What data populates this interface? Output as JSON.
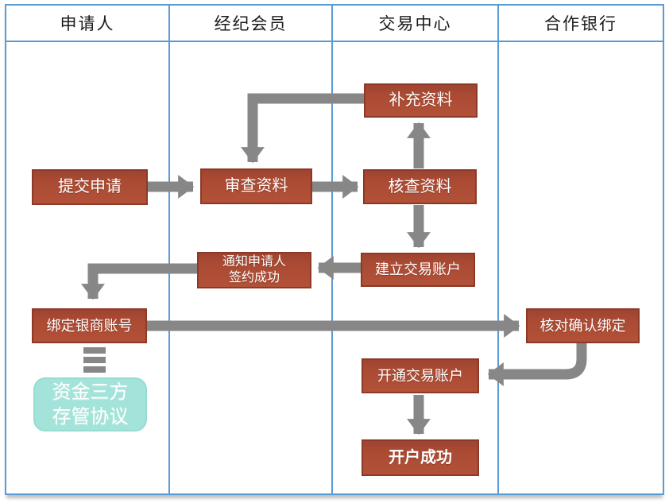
{
  "diagram_type": "swimlane-flowchart",
  "lanes": [
    {
      "label": "申请人"
    },
    {
      "label": "经纪会员"
    },
    {
      "label": "交易中心"
    },
    {
      "label": "合作银行"
    }
  ],
  "nodes": {
    "submit": {
      "label": "提交申请",
      "lane": "申请人"
    },
    "review": {
      "label": "审查资料",
      "lane": "经纪会员"
    },
    "supplement": {
      "label": "补充资料",
      "lane": "交易中心"
    },
    "verify": {
      "label": "核查资料",
      "lane": "交易中心"
    },
    "create_account": {
      "label": "建立交易账户",
      "lane": "交易中心"
    },
    "notify_success": {
      "label": "通知申请人\n签约成功",
      "lane": "经纪会员"
    },
    "bind_account": {
      "label": "绑定银商账号",
      "lane": "申请人"
    },
    "confirm_bind": {
      "label": "核对确认绑定",
      "lane": "合作银行"
    },
    "open_account": {
      "label": "开通交易账户",
      "lane": "交易中心"
    },
    "account_success": {
      "label": "开户成功",
      "lane": "交易中心"
    },
    "agreement": {
      "label": "资金三方\n存管协议",
      "lane": "申请人"
    }
  },
  "edges": [
    {
      "from": "submit",
      "to": "review",
      "style": "solid"
    },
    {
      "from": "review",
      "to": "verify",
      "style": "solid"
    },
    {
      "from": "verify",
      "to": "supplement",
      "style": "solid"
    },
    {
      "from": "supplement",
      "to": "review",
      "style": "solid"
    },
    {
      "from": "verify",
      "to": "create_account",
      "style": "solid"
    },
    {
      "from": "create_account",
      "to": "notify_success",
      "style": "solid"
    },
    {
      "from": "notify_success",
      "to": "bind_account",
      "style": "solid"
    },
    {
      "from": "bind_account",
      "to": "confirm_bind",
      "style": "solid"
    },
    {
      "from": "confirm_bind",
      "to": "open_account",
      "style": "solid"
    },
    {
      "from": "open_account",
      "to": "account_success",
      "style": "solid"
    },
    {
      "from": "bind_account",
      "to": "agreement",
      "style": "dashed"
    }
  ],
  "colors": {
    "lane_border": "#5B9BD5",
    "node_fill": "#AC4B34",
    "node_border": "#8C3A27",
    "node_text": "#FFFFFF",
    "arrow": "#878787",
    "agreement_fill": "#A3E3D9",
    "header_text": "#1A1A1A"
  }
}
